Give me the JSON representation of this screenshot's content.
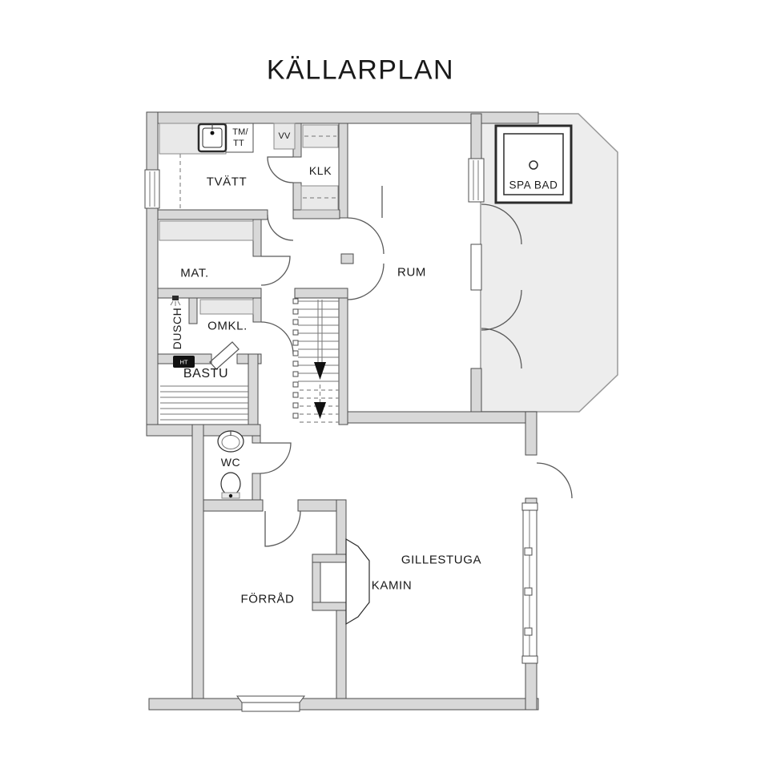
{
  "title": "KÄLLARPLAN",
  "rooms": {
    "tvatt": "TVÄTT",
    "klk": "KLK",
    "rum": "RUM",
    "spabad": "SPA BAD",
    "mat": "MAT.",
    "dusch": "DUSCH",
    "omkl": "OMKL.",
    "bastu": "BASTU",
    "wc": "WC",
    "forrad": "FÖRRÅD",
    "kamin": "KAMIN",
    "gillestuga": "GILLESTUGA"
  },
  "annotations": {
    "tm": "TM/",
    "tt": "TT",
    "vv": "VV",
    "heater": "HT"
  },
  "colors": {
    "wall": "#d8d8d8",
    "wall_outline": "#4d4d4d",
    "light": "#e9e9e9",
    "terrace": "#ededed",
    "text": "#1a1a1a"
  }
}
